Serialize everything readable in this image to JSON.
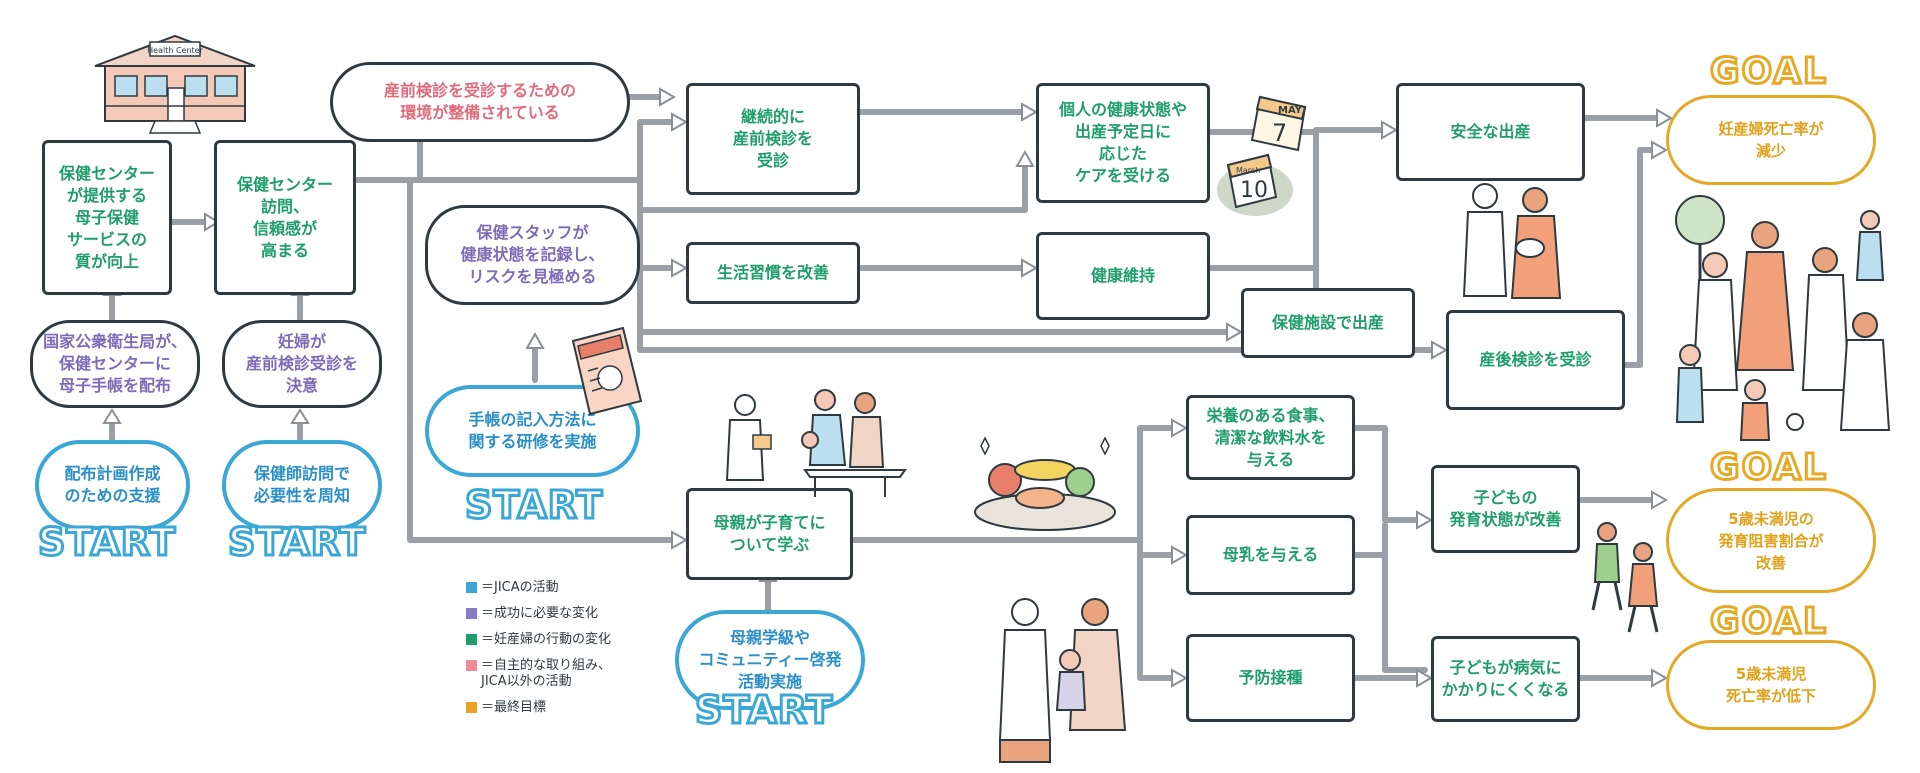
{
  "health_center_sign": "Health Center",
  "boxes": {
    "quality": "保健センター\nが提供する\n母子保健\nサービスの\n質が向上",
    "visit": "保健センター\n訪問、\n信頼感が\n高まる",
    "continuous": "継続的に\n産前検診を\n受診",
    "individual": "個人の健康状態や\n出産予定日に\n応じた\nケアを受ける",
    "safe_birth": "安全な出産",
    "lifestyle": "生活習慣を改善",
    "health_keep": "健康維持",
    "facility_birth": "保健施設で出産",
    "postnatal": "産後検診を受診",
    "mothers_learn": "母親が子育てに\nついて学ぶ",
    "nutrition": "栄養のある食事、\n清潔な飲料水を\n与える",
    "breastfeed": "母乳を与える",
    "vaccination": "予防接種",
    "child_growth": "子どもの\n発育状態が改善",
    "child_ill": "子どもが病気に\nかかりにくくなる"
  },
  "clouds": {
    "env": "産前検診を受診するための\n環境が整備されている",
    "staff": "保健スタッフが\n健康状態を記録し、\nリスクを見極める",
    "distribute": "国家公衆衛生局が、\n保健センターに\n母子手帳を配布",
    "decide": "妊婦が\n産前検診受診を\n決意"
  },
  "starts": {
    "s1": {
      "text": "配布計画作成\nのための支援",
      "label": "START"
    },
    "s2": {
      "text": "保健師訪問で\n必要性を周知",
      "label": "START"
    },
    "s3": {
      "text": "手帳の記入方法に\n関する研修を実施",
      "label": "START"
    },
    "s4": {
      "text": "母親学級や\nコミュニティー啓発\n活動実施",
      "label": "START"
    }
  },
  "goals": {
    "g1": {
      "label": "GOAL",
      "text": "妊産婦死亡率が\n減少"
    },
    "g2": {
      "label": "GOAL",
      "text": "5歳未満児の\n発育阻害割合が\n改善"
    },
    "g3": {
      "label": "GOAL",
      "text": "5歳未満児\n死亡率が低下"
    }
  },
  "calendar": {
    "month1": "MAY",
    "day1": "7",
    "month2": "March",
    "day2": "10"
  },
  "legend": [
    {
      "color": "#3aa7d6",
      "text": "＝JICAの活動"
    },
    {
      "color": "#8a7cc4",
      "text": "＝成功に必要な変化"
    },
    {
      "color": "#1f9d6c",
      "text": "＝妊産婦の行動の変化"
    },
    {
      "color": "#ef8a98",
      "text": "＝自主的な取り組み、\nJICA以外の活動"
    },
    {
      "color": "#eca020",
      "text": "＝最終目標"
    }
  ]
}
